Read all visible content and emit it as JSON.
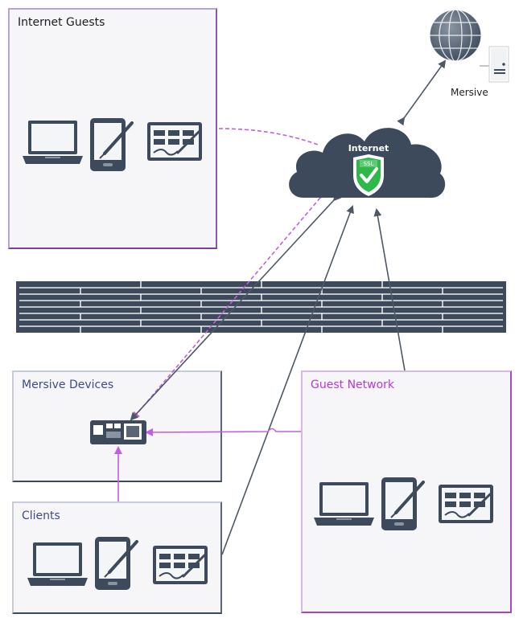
{
  "panels": {
    "internet_guests": "Internet Guests",
    "mersive_devices": "Mersive Devices",
    "clients": "Clients",
    "guest_network": "Guest Network"
  },
  "cloud": {
    "label": "Internet",
    "badge": "SSL"
  },
  "server_label": "Mersive",
  "colors": {
    "dark": "#3d4a5c",
    "purple_line": "#c060e0",
    "guest_border": "#7d3f9c",
    "guest_net_border": "#a347c4"
  },
  "icons": [
    "laptop-icon",
    "tablet-stylus-icon",
    "touchscreen-icon",
    "globe-icon",
    "server-icon",
    "cloud-icon",
    "ssl-shield-icon",
    "firewall-icon",
    "pod-device-icon"
  ]
}
